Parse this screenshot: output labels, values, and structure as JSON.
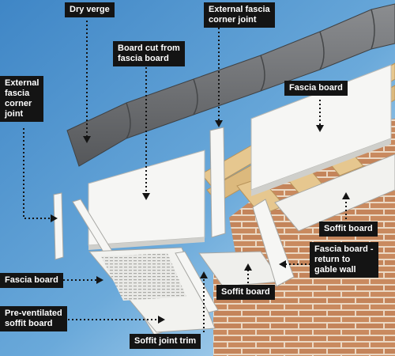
{
  "labels": {
    "dry_verge": [
      "Dry verge"
    ],
    "external_fascia_corner_joint_top": [
      "External fascia",
      "corner joint"
    ],
    "board_cut_from_fascia_board": [
      "Board cut from",
      "fascia board"
    ],
    "external_fascia_corner_joint_left": [
      "External",
      "fascia",
      "corner",
      "joint"
    ],
    "fascia_board_top": [
      "Fascia board"
    ],
    "soffit_board_right": [
      "Soffit board"
    ],
    "fascia_board_return": [
      "Fascia board -",
      "return to",
      "gable wall"
    ],
    "fascia_board_left": [
      "Fascia board"
    ],
    "soffit_board_center": [
      "Soffit board"
    ],
    "pre_ventilated_soffit_board": [
      "Pre-ventilated",
      "soffit board"
    ],
    "soffit_joint_trim": [
      "Soffit joint trim"
    ]
  },
  "colors": {
    "sky": "#4f95cf",
    "sky_light": "#bfe0f6",
    "board": "#f6f6f4",
    "board_shadow": "#cfcfcb",
    "verge": "#6e7073",
    "brick": "#c98a5f",
    "mortar": "#ebd8c3",
    "timber": "#e6c78f",
    "label_bg": "#141414",
    "label_text": "#ffffff"
  }
}
